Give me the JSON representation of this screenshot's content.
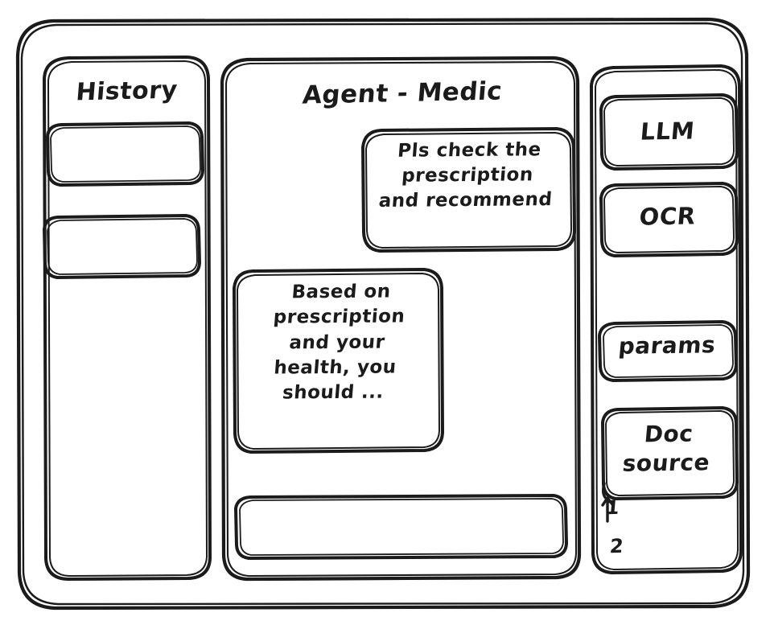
{
  "meta": {
    "style": "hand-drawn-wireframe",
    "ink_color": "#1b1b1b",
    "background_color": "#ffffff"
  },
  "window": {
    "name": "app-window"
  },
  "sidebar_left": {
    "title": "History",
    "items": [
      {
        "label": "",
        "name": "history-item-1"
      },
      {
        "label": "",
        "name": "history-item-2"
      }
    ]
  },
  "main": {
    "title": "Agent - Medic",
    "messages": [
      {
        "role": "user",
        "text": "Pls check the\nprescription\nand recommend"
      },
      {
        "role": "agent",
        "text": "Based on\nprescription\nand your\nhealth, you\nshould ..."
      }
    ],
    "composer": {
      "value": "",
      "placeholder": ""
    }
  },
  "sidebar_right": {
    "buttons": [
      {
        "label": "LLM",
        "name": "llm-button"
      },
      {
        "label": "OCR",
        "name": "ocr-button"
      },
      {
        "label": "params",
        "name": "params-button"
      }
    ],
    "doc_source": {
      "label": "Doc\nsource",
      "items": [
        "1",
        "2"
      ]
    }
  }
}
